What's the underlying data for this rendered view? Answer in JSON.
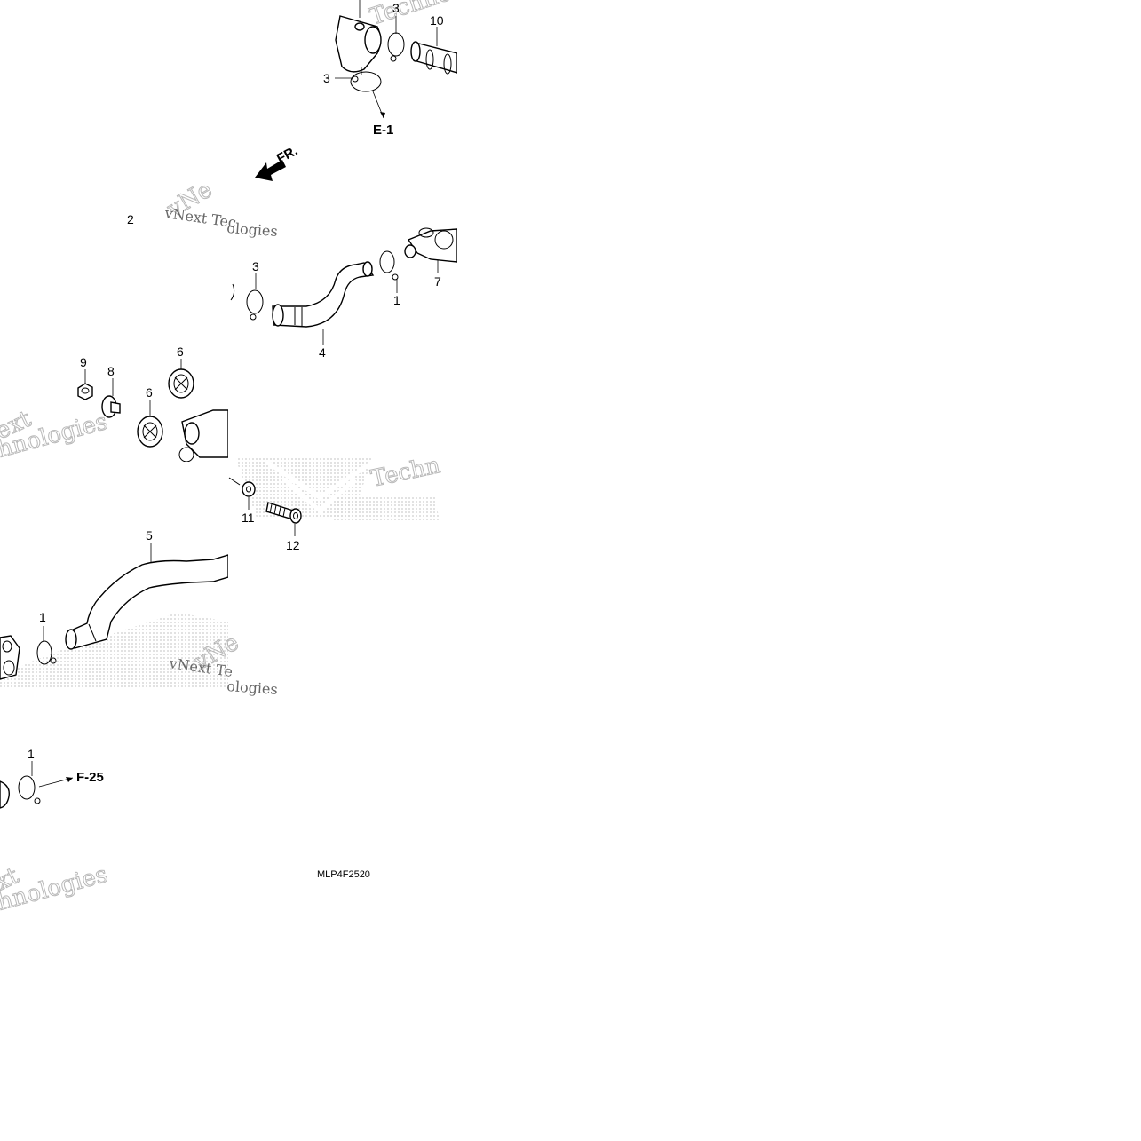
{
  "diagram": {
    "callouts": {
      "c3_top": "3",
      "c10": "10",
      "c3_left": "3",
      "c2": "2",
      "c3_mid": "3",
      "c1_mid": "1",
      "c7": "7",
      "c4": "4",
      "c9": "9",
      "c8": "8",
      "c6_top": "6",
      "c6_mid": "6",
      "c11": "11",
      "c12": "12",
      "c5": "5",
      "c1_low": "1",
      "c1_bottom": "1"
    },
    "refs": {
      "e1": "E-1",
      "f25": "F-25"
    },
    "direction_label": "FR.",
    "diagram_code": "MLP4F2520",
    "watermark_words": [
      "vNext",
      "Technologies"
    ],
    "colors": {
      "line": "#000000",
      "watermark": "#b8b8b8",
      "background": "#ffffff"
    }
  }
}
